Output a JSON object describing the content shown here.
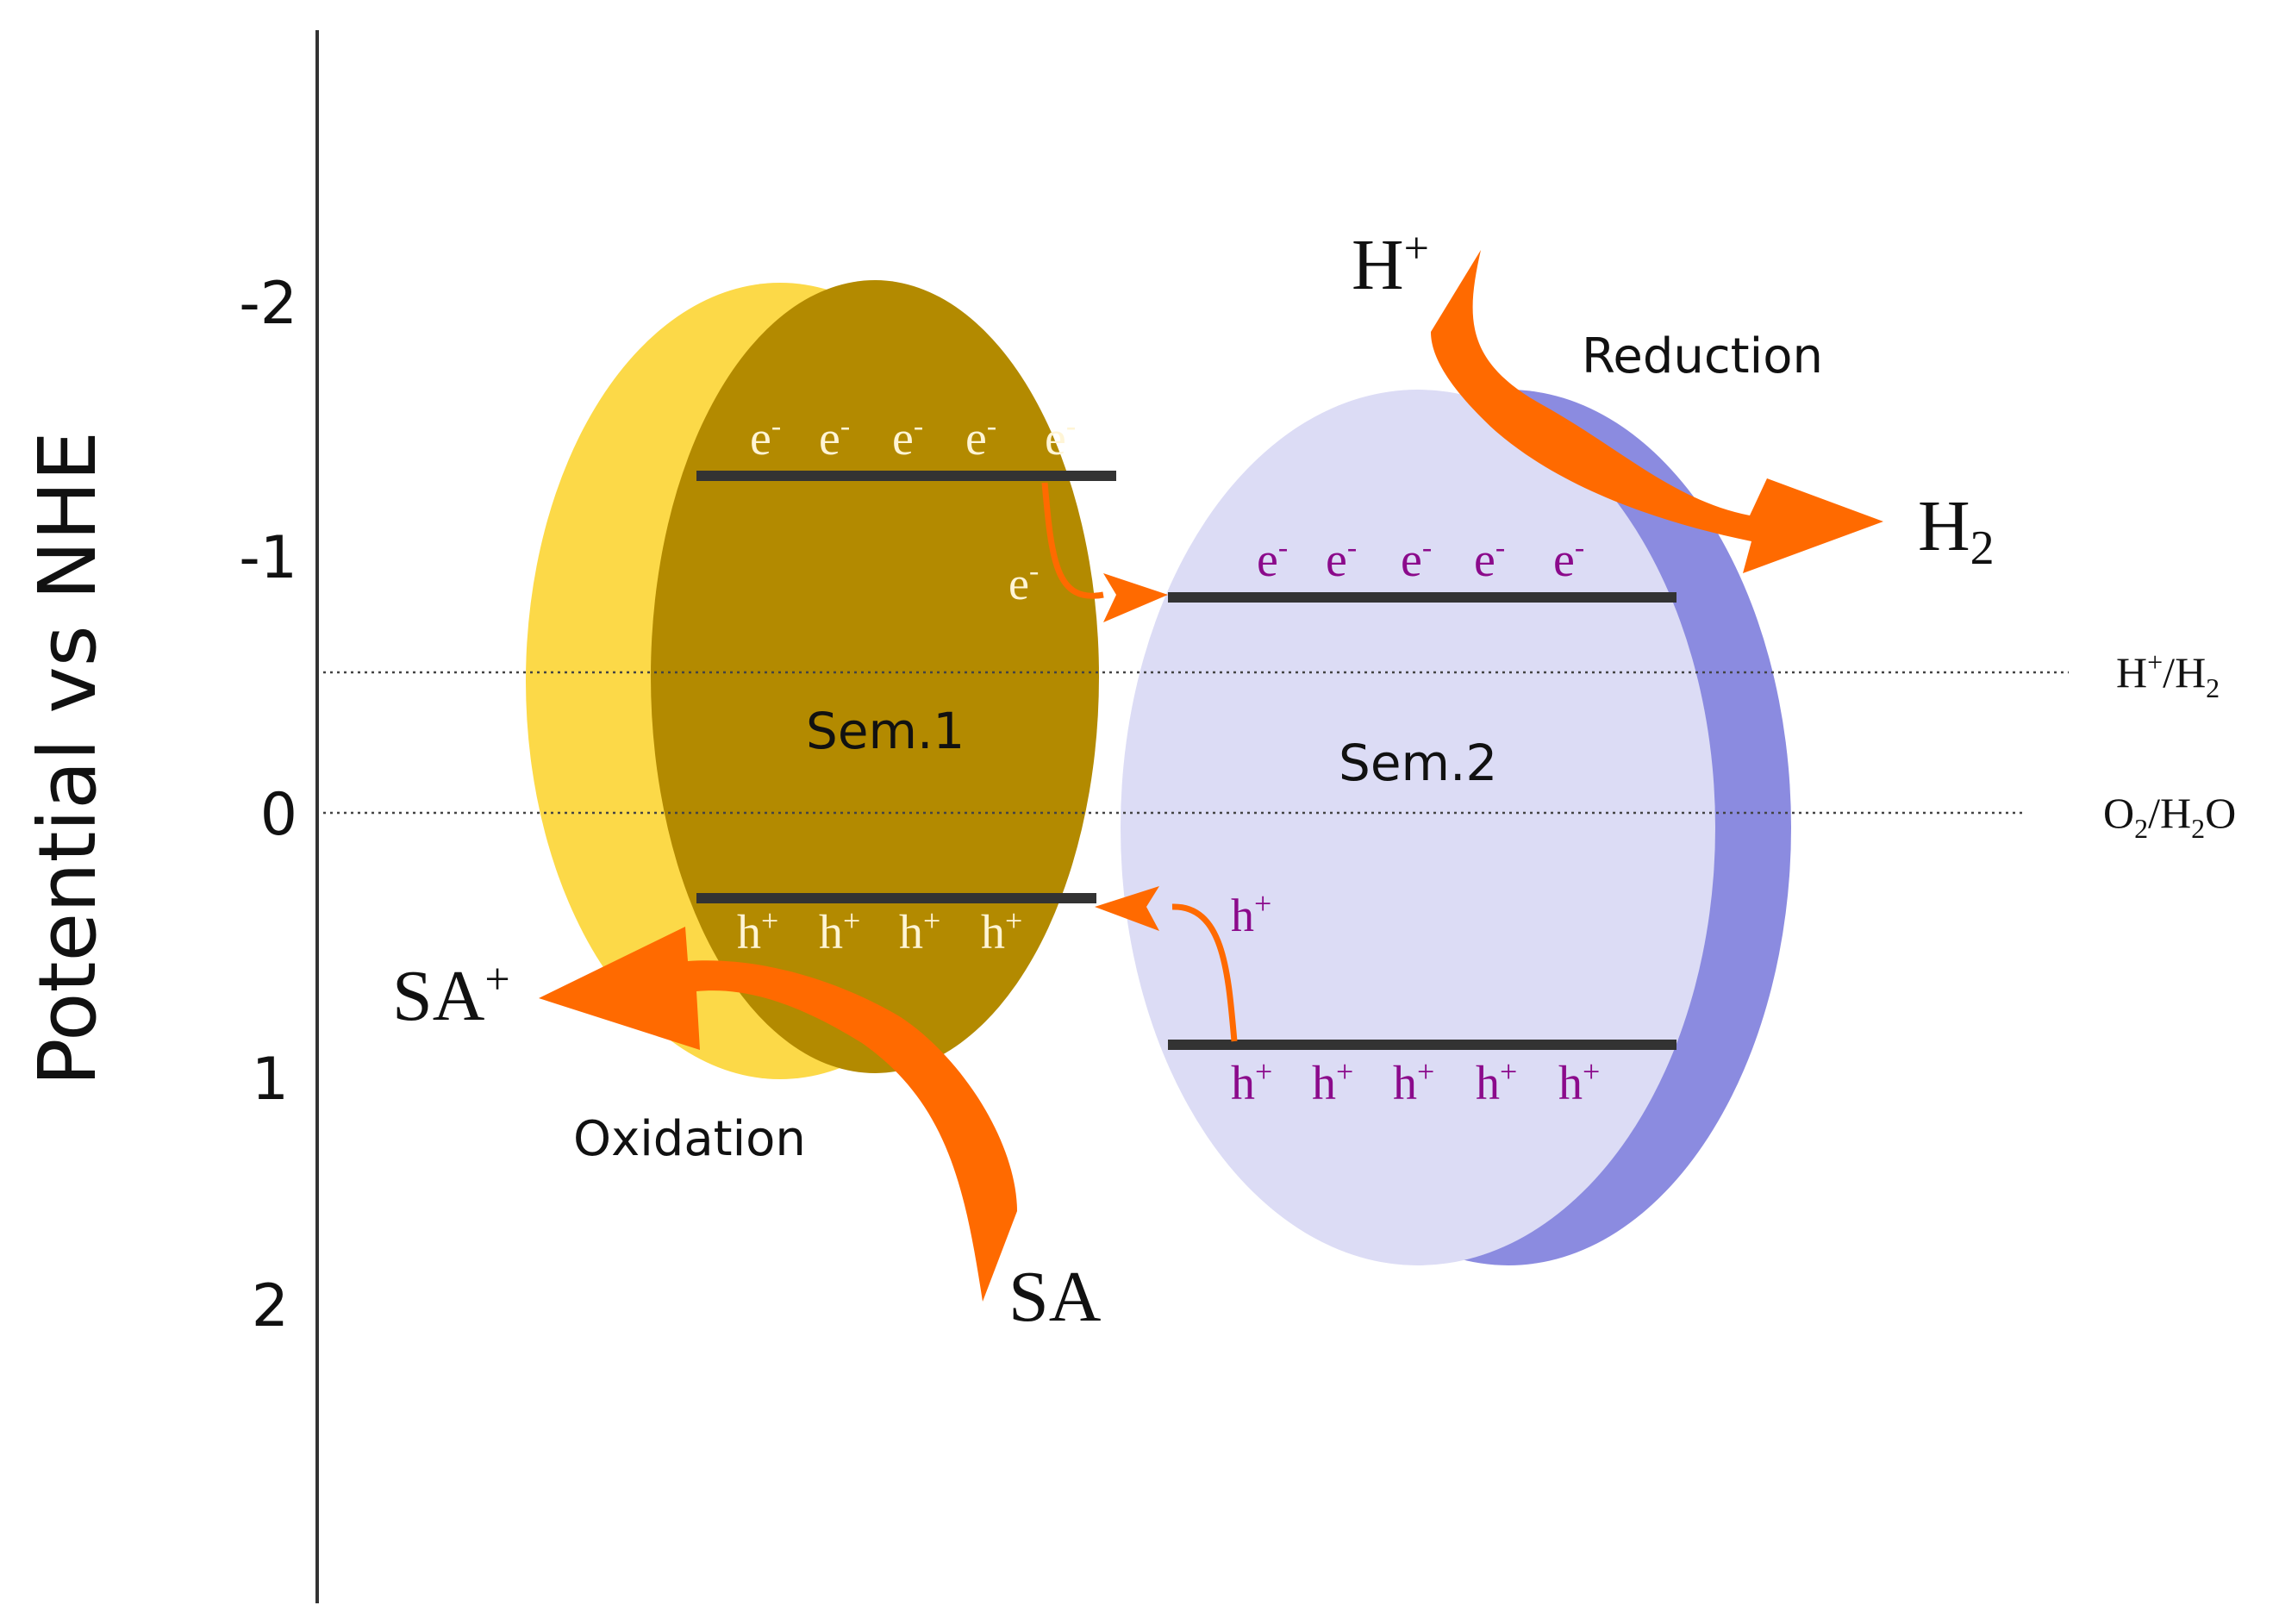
{
  "axis": {
    "label": "Potential vs NHE",
    "ticks": [
      "-2",
      "-1",
      "0",
      "1",
      "2"
    ]
  },
  "references": {
    "h_couple": {
      "a": "H",
      "a_sup": "+",
      "sep": "/",
      "b": "H",
      "b_sub": "2"
    },
    "o_couple": {
      "a": "O",
      "a_sub": "2",
      "sep": "/",
      "b": "H",
      "b_sub": "2",
      "c": "O"
    }
  },
  "sem1": {
    "label": "Sem.1",
    "electrons": [
      "e",
      "e",
      "e",
      "e",
      "e"
    ],
    "holes": [
      "h",
      "h",
      "h",
      "h"
    ],
    "transfer_electron": "e",
    "charge_minus": "-",
    "charge_plus": "+"
  },
  "sem2": {
    "label": "Sem.2",
    "electrons": [
      "e",
      "e",
      "e",
      "e",
      "e"
    ],
    "holes": [
      "h",
      "h",
      "h",
      "h",
      "h"
    ],
    "transfer_hole": "h",
    "charge_minus": "-",
    "charge_plus": "+"
  },
  "reduction": {
    "label": "Reduction",
    "reactant": "H",
    "reactant_sup": "+",
    "product": "H",
    "product_sub": "2"
  },
  "oxidation": {
    "label": "Oxidation",
    "reactant": "SA",
    "product": "SA",
    "product_sup": "+"
  },
  "colors": {
    "sem1_rim": "#fcd948",
    "sem1_face": "#b38a00",
    "sem2_rim": "#8b8be0",
    "sem2_face": "#dcdcf5",
    "band": "#333333",
    "arrow": "#ff6a00",
    "sem1_carrier": "#fff5d6",
    "sem2_carrier": "#8b0a8b"
  }
}
